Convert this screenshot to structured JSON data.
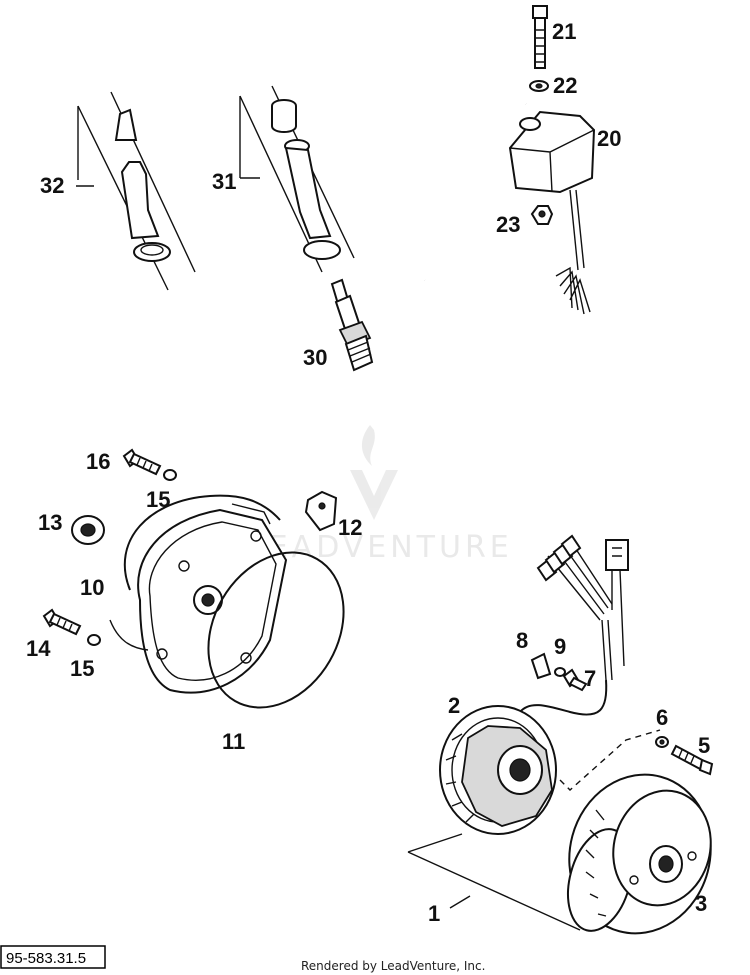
{
  "callouts": {
    "c1": "1",
    "c2": "2",
    "c3": "3",
    "c5": "5",
    "c6": "6",
    "c7": "7",
    "c8": "8",
    "c9": "9",
    "c10": "10",
    "c11": "11",
    "c12": "12",
    "c13": "13",
    "c14": "14",
    "c15a": "15",
    "c15b": "15",
    "c16": "16",
    "c20": "20",
    "c21": "21",
    "c22": "22",
    "c23": "23",
    "c30": "30",
    "c31": "31",
    "c32": "32"
  },
  "watermark": {
    "brand": "LEADVENTURE",
    "logo": "leadventure-logo-icon"
  },
  "footer": {
    "diagram_code": "95-583.31.5",
    "rendered_by": "Rendered by LeadVenture, Inc."
  }
}
